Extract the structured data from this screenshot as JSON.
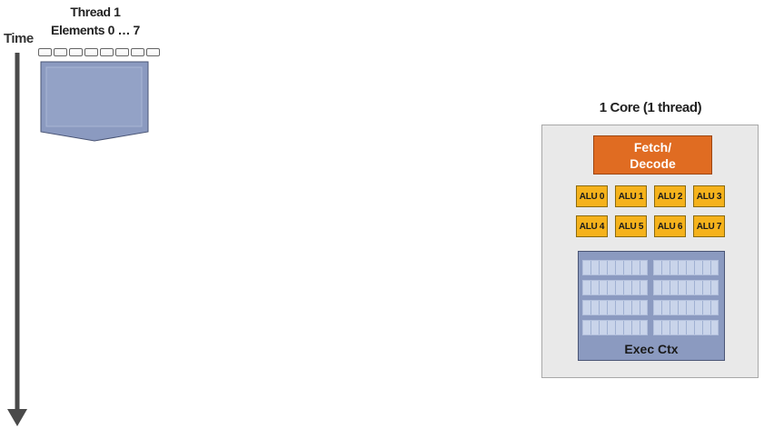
{
  "time_axis": {
    "label": "Time"
  },
  "thread": {
    "title": "Thread 1",
    "elements_label": "Elements 0 … 7",
    "element_count": 8,
    "block_color": "#8b9ac0"
  },
  "core": {
    "title": "1 Core (1 thread)",
    "fetch_decode": {
      "line1": "Fetch/",
      "line2": "Decode",
      "color": "#e06c22"
    },
    "alus": [
      "ALU 0",
      "ALU 1",
      "ALU 2",
      "ALU 3",
      "ALU 4",
      "ALU 5",
      "ALU 6",
      "ALU 7"
    ],
    "alu_color": "#f5b21c",
    "exec_ctx": {
      "label": "Exec Ctx",
      "color": "#8b9ac0",
      "register_blocks": 8
    }
  }
}
